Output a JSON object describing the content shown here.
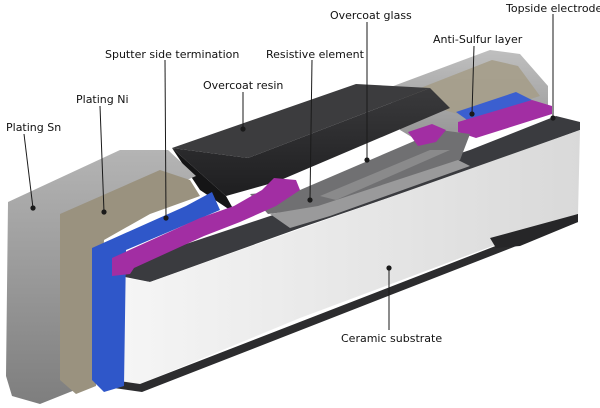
{
  "labels": {
    "plating_sn": "Plating Sn",
    "plating_ni": "Plating Ni",
    "sputter_side_termination": "Sputter side termination",
    "overcoat_resin": "Overcoat resin",
    "resistive_element": "Resistive element",
    "overcoat_glass": "Overcoat glass",
    "anti_sulfur_layer": "Anti-Sulfur layer",
    "topside_electrode": "Topside electrode",
    "ceramic_substrate": "Ceramic substrate"
  },
  "colors": {
    "plating_sn": "#9b9b9b",
    "plating_ni": "#9a927f",
    "sputter_termination": "#2f57c9",
    "anti_sulfur_layer": "#a22ea3",
    "topside_electrode": "#3a3b3f",
    "overcoat_resin": "#2d2d2f",
    "overcoat_glass": "#6f6f70",
    "resistive_element": "#8d8d8d",
    "ceramic_substrate": "#ececec"
  }
}
